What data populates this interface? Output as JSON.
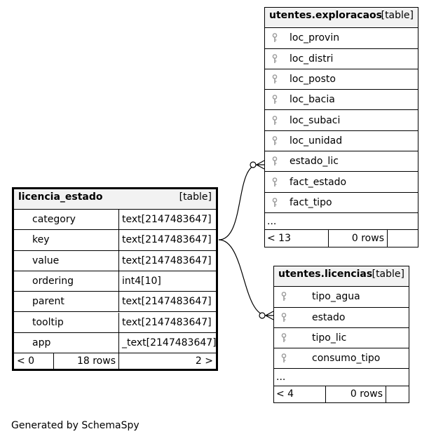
{
  "diagram": {
    "main_table": {
      "name": "licencia_estado",
      "type_label": "[table]",
      "columns": [
        {
          "name": "category",
          "type": "text[2147483647]"
        },
        {
          "name": "key",
          "type": "text[2147483647]"
        },
        {
          "name": "value",
          "type": "text[2147483647]"
        },
        {
          "name": "ordering",
          "type": "int4[10]"
        },
        {
          "name": "parent",
          "type": "text[2147483647]"
        },
        {
          "name": "tooltip",
          "type": "text[2147483647]"
        },
        {
          "name": "app",
          "type": "_text[2147483647]"
        }
      ],
      "footer": {
        "parents": "< 0",
        "rows": "18 rows",
        "children": "2 >"
      }
    },
    "exploracaos_table": {
      "name": "utentes.exploracaos",
      "type_label": "[table]",
      "columns": [
        {
          "name": "loc_provin",
          "icon": "key-icon"
        },
        {
          "name": "loc_distri",
          "icon": "key-icon"
        },
        {
          "name": "loc_posto",
          "icon": "key-icon"
        },
        {
          "name": "loc_bacia",
          "icon": "key-icon"
        },
        {
          "name": "loc_subaci",
          "icon": "key-icon"
        },
        {
          "name": "loc_unidad",
          "icon": "key-icon"
        },
        {
          "name": "estado_lic",
          "icon": "key-icon"
        },
        {
          "name": "fact_estado",
          "icon": "key-icon"
        },
        {
          "name": "fact_tipo",
          "icon": "key-icon"
        }
      ],
      "more": "...",
      "footer": {
        "parents": "< 13",
        "rows": "0 rows",
        "children": ""
      }
    },
    "licencias_table": {
      "name": "utentes.licencias",
      "type_label": "[table]",
      "columns": [
        {
          "name": "tipo_agua",
          "icon": "key-icon"
        },
        {
          "name": "estado",
          "icon": "key-icon"
        },
        {
          "name": "tipo_lic",
          "icon": "key-icon"
        },
        {
          "name": "consumo_tipo",
          "icon": "key-icon"
        }
      ],
      "more": "...",
      "footer": {
        "parents": "< 4",
        "rows": "0 rows",
        "children": ""
      }
    }
  },
  "footer_text": "Generated by SchemaSpy",
  "colors": {
    "border": "#000000",
    "header_bg": "#f2f2f2",
    "key_icon": "#9a9a9a"
  }
}
